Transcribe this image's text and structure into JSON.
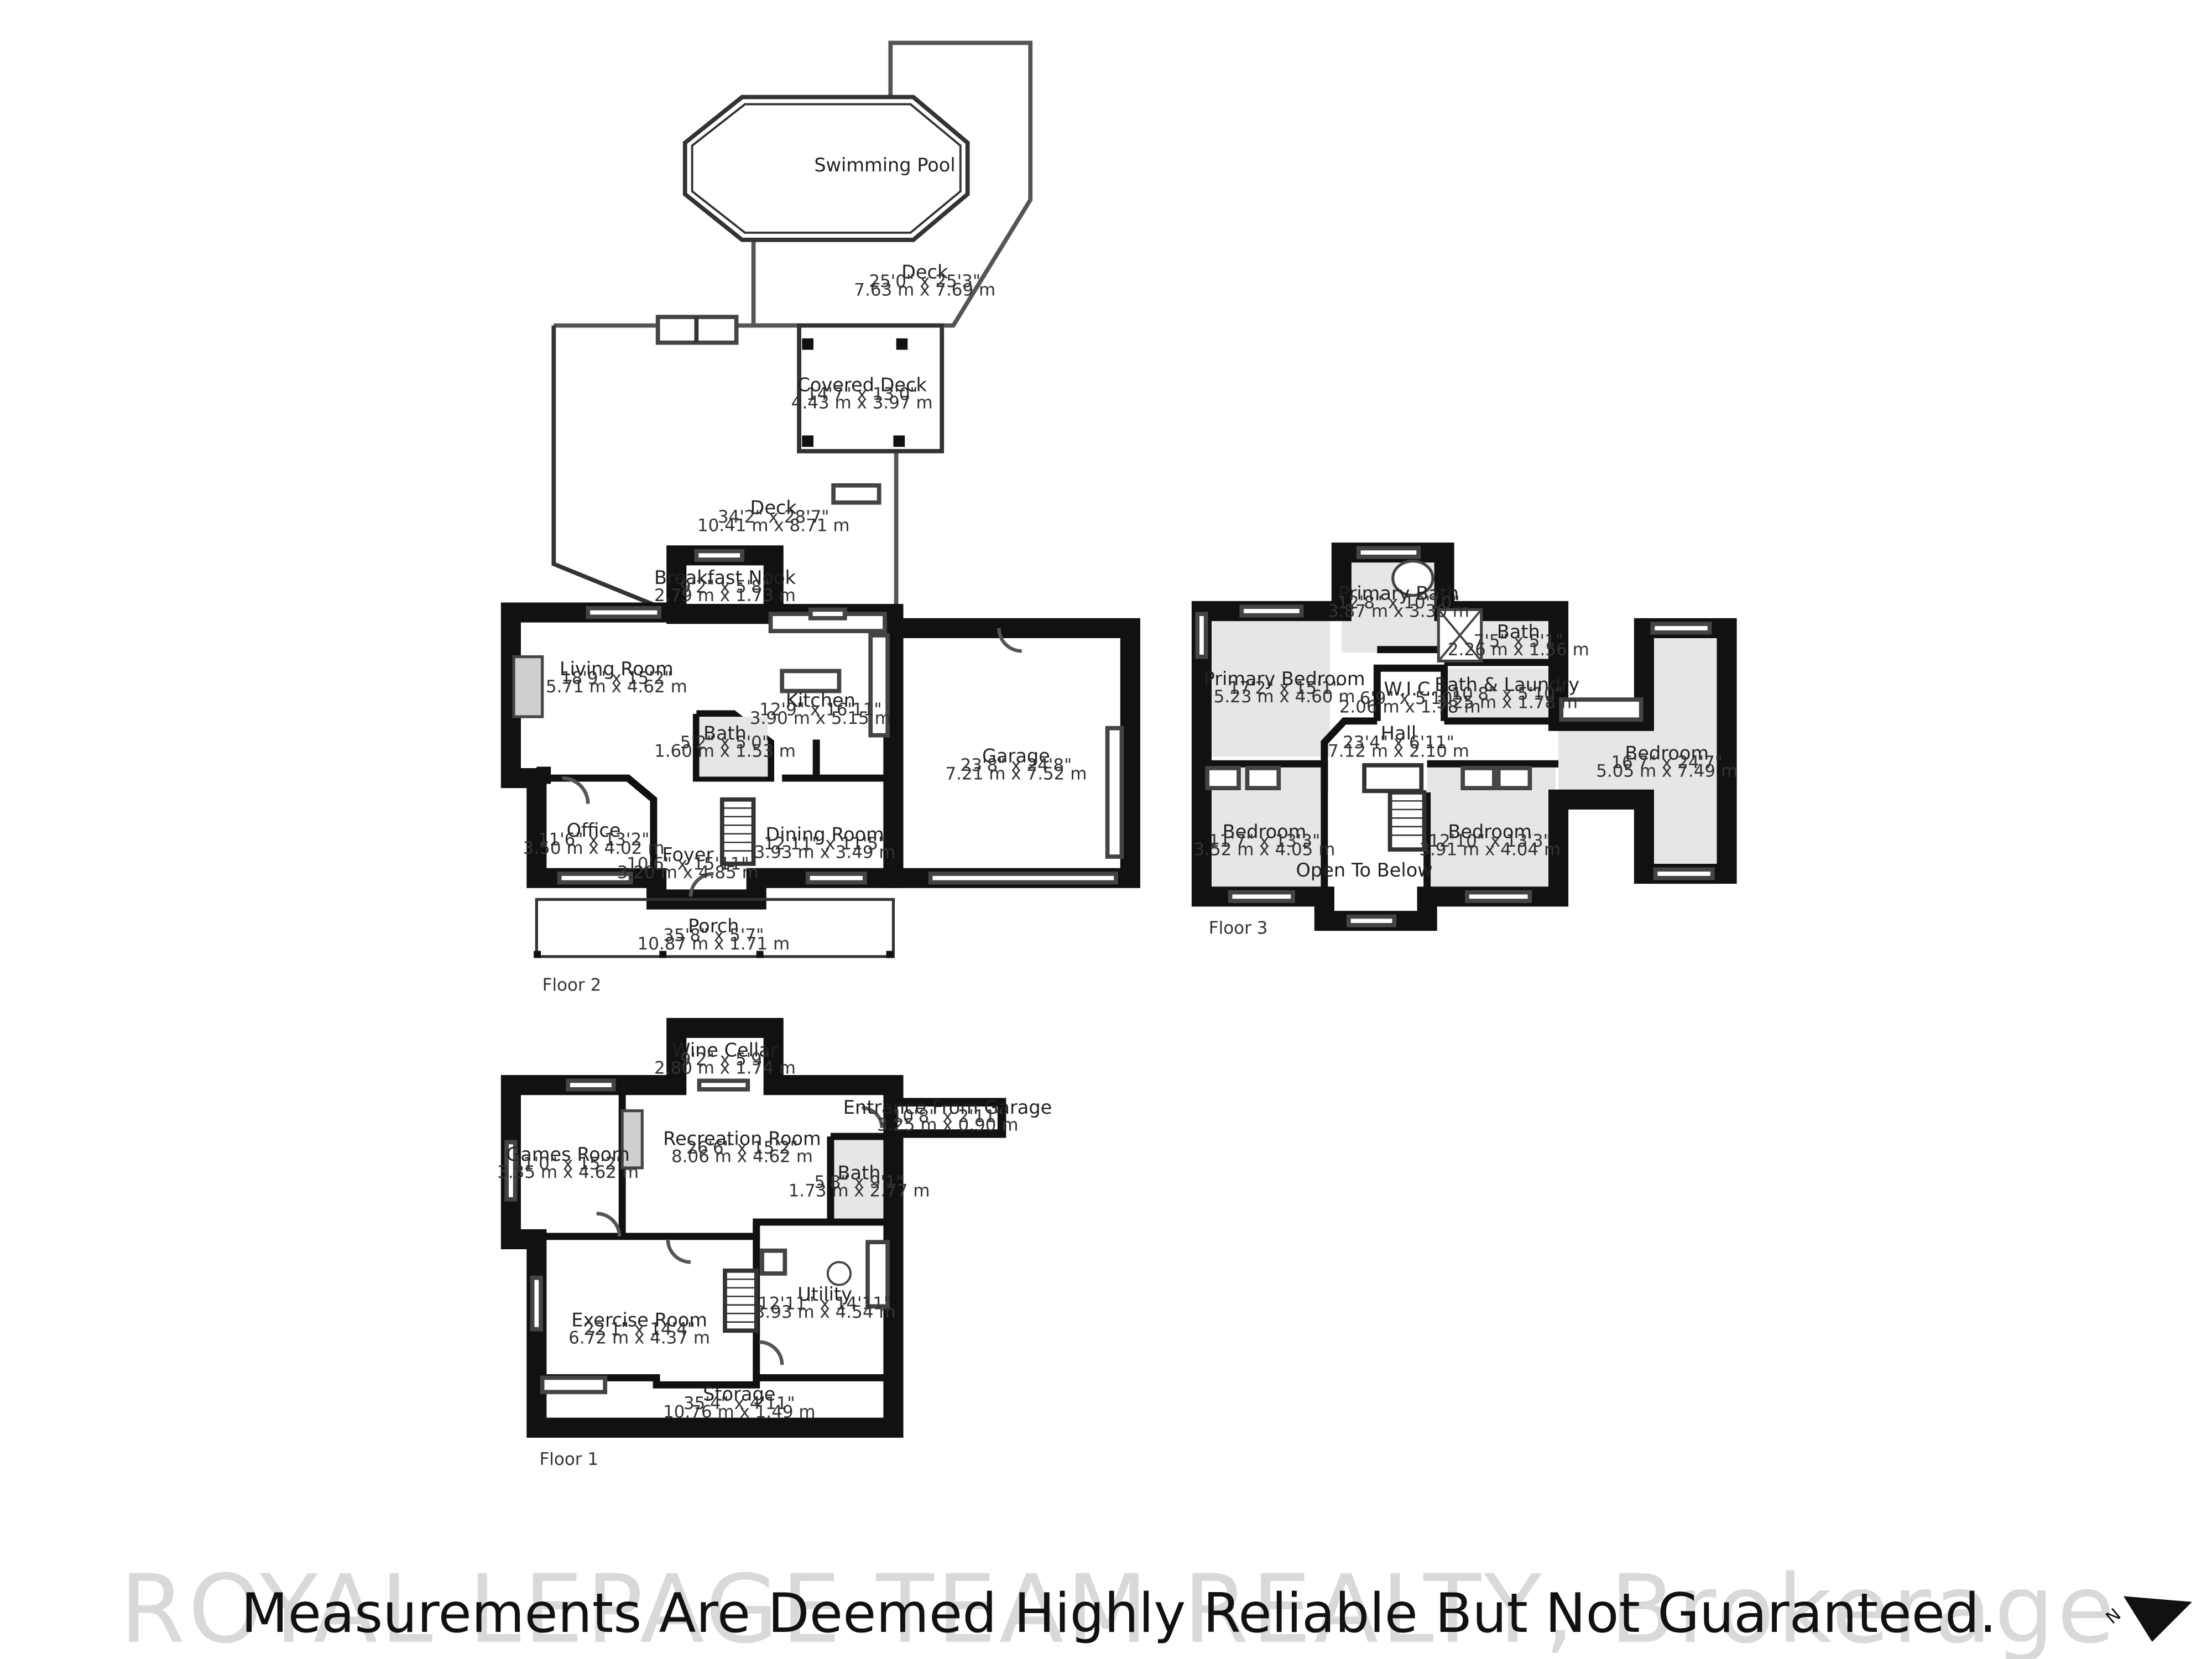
{
  "floors": {
    "floor2": {
      "label": "Floor 2",
      "rooms": {
        "pool": {
          "name": "Swimming Pool"
        },
        "deck_upper": {
          "name": "Deck",
          "imperial": "25'0\" x 25'3\"",
          "metric": "7.63 m x 7.69 m"
        },
        "covered_deck": {
          "name": "Covered Deck",
          "imperial": "14'7\" x 13'0\"",
          "metric": "4.43 m x 3.97 m"
        },
        "deck_lower": {
          "name": "Deck",
          "imperial": "34'2\" x 28'7\"",
          "metric": "10.41 m x 8.71 m"
        },
        "breakfast_nook": {
          "name": "Breakfast Nook",
          "imperial": "9'2\" x 5'8\"",
          "metric": "2.79 m x 1.73 m"
        },
        "living_room": {
          "name": "Living Room",
          "imperial": "18'9\" x 15'2\"",
          "metric": "5.71 m x 4.62 m"
        },
        "kitchen": {
          "name": "Kitchen",
          "imperial": "12'9\" x 16'11\"",
          "metric": "3.90 m x 5.15 m"
        },
        "bath": {
          "name": "Bath",
          "imperial": "5'2\" x 5'0\"",
          "metric": "1.60 m x 1.53 m"
        },
        "garage": {
          "name": "Garage",
          "imperial": "23'8\" x 24'8\"",
          "metric": "7.21 m x 7.52 m"
        },
        "office": {
          "name": "Office",
          "imperial": "11'6\" x 13'2\"",
          "metric": "3.50 m x 4.02 m"
        },
        "foyer": {
          "name": "Foyer",
          "imperial": "10'6\" x 15'11\"",
          "metric": "3.20 m x 4.85 m"
        },
        "dining_room": {
          "name": "Dining Room",
          "imperial": "12'11\" x 11'5\"",
          "metric": "3.93 m x 3.49 m"
        },
        "porch": {
          "name": "Porch",
          "imperial": "35'8\" x 5'7\"",
          "metric": "10.87 m x 1.71 m"
        }
      }
    },
    "floor3": {
      "label": "Floor 3",
      "rooms": {
        "primary_bath": {
          "name": "Primary Bath",
          "imperial": "12'8\" x 10'10\"",
          "metric": "3.87 m x 3.30 m"
        },
        "bath": {
          "name": "Bath",
          "imperial": "7'5\" x 5'1\"",
          "metric": "2.26 m x 1.56 m"
        },
        "primary_bedroom": {
          "name": "Primary Bedroom",
          "imperial": "17'2\" x 15'1\"",
          "metric": "5.23 m x 4.60 m"
        },
        "wic": {
          "name": "W.I.C.",
          "imperial": "6'9\" x 5'10\"",
          "metric": "2.06 m x 1.78 m"
        },
        "bath_laundry": {
          "name": "Bath & Laundry",
          "imperial": "10'8\" x 5'10\"",
          "metric": "3.25 m x 1.78 m"
        },
        "hall": {
          "name": "Hall",
          "imperial": "23'4\" x 6'11\"",
          "metric": "7.12 m x 2.10 m"
        },
        "bedroom_east": {
          "name": "Bedroom",
          "imperial": "16'7\" x 24'7\"",
          "metric": "5.05 m x 7.49 m"
        },
        "bedroom_west": {
          "name": "Bedroom",
          "imperial": "11'7\" x 13'3\"",
          "metric": "3.52 m x 4.05 m"
        },
        "bedroom_mid": {
          "name": "Bedroom",
          "imperial": "12'10\" x 13'3\"",
          "metric": "3.91 m x 4.04 m"
        },
        "open_below": {
          "name": "Open To Below"
        }
      }
    },
    "floor1": {
      "label": "Floor 1",
      "rooms": {
        "wine_cellar": {
          "name": "Wine Cellar",
          "imperial": "9'2\" x 5'9\"",
          "metric": "2.80 m x 1.74 m"
        },
        "entrance_garage": {
          "name": "Entrance From Garage",
          "imperial": "10'8\" x 2'11\"",
          "metric": "3.25 m x 0.90 m"
        },
        "games_room": {
          "name": "Games Room",
          "imperial": "11'0\" x 15'2\"",
          "metric": "3.35 m x 4.62 m"
        },
        "recreation_room": {
          "name": "Recreation Room",
          "imperial": "26'6\" x 15'2\"",
          "metric": "8.06 m x 4.62 m"
        },
        "bath": {
          "name": "Bath",
          "imperial": "5'8\" x 9'1\"",
          "metric": "1.73 m x 2.77 m"
        },
        "exercise_room": {
          "name": "Exercise Room",
          "imperial": "22'1\" x 14'4\"",
          "metric": "6.72 m x 4.37 m"
        },
        "utility": {
          "name": "Utility",
          "imperial": "12'11\" x 14'11\"",
          "metric": "3.93 m x 4.54 m"
        },
        "storage": {
          "name": "Storage",
          "imperial": "35'4\" x 4'11\"",
          "metric": "10.76 m x 1.49 m"
        }
      }
    }
  },
  "watermark": "ROYAL LEPAGE TEAM REALTY, Brokerage",
  "disclaimer": "Measurements Are Deemed Highly Reliable But Not Guaranteed.",
  "north_label": "N",
  "colors": {
    "wall": "#111111",
    "shaded_room": "#e6e6e6"
  }
}
